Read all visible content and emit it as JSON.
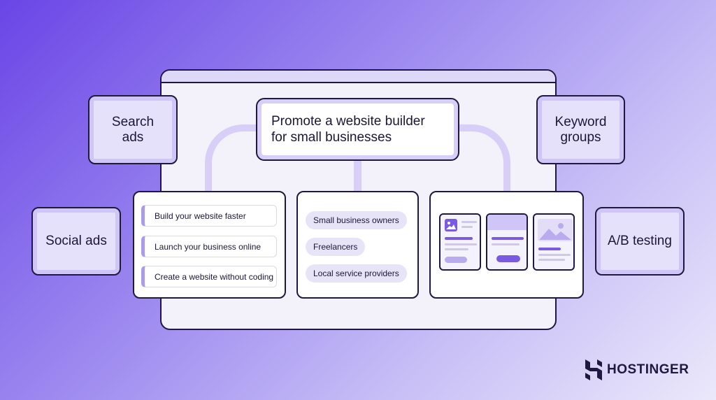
{
  "goal": {
    "line1": "Promote a website builder",
    "line2": "for small businesses"
  },
  "tiles": {
    "search": {
      "line1": "Search",
      "line2": "ads"
    },
    "keyword": {
      "line1": "Keyword",
      "line2": "groups"
    },
    "social": "Social ads",
    "ab": "A/B testing"
  },
  "headlines": [
    "Build your website faster",
    "Launch your business online",
    "Create a website without coding"
  ],
  "audiences": [
    "Small business owners",
    "Freelancers",
    "Local service providers"
  ],
  "brand": {
    "name": "HOSTINGER"
  },
  "colors": {
    "accent": "#7a5ae0",
    "outline": "#1f1840",
    "soft": "#d7cff7"
  }
}
